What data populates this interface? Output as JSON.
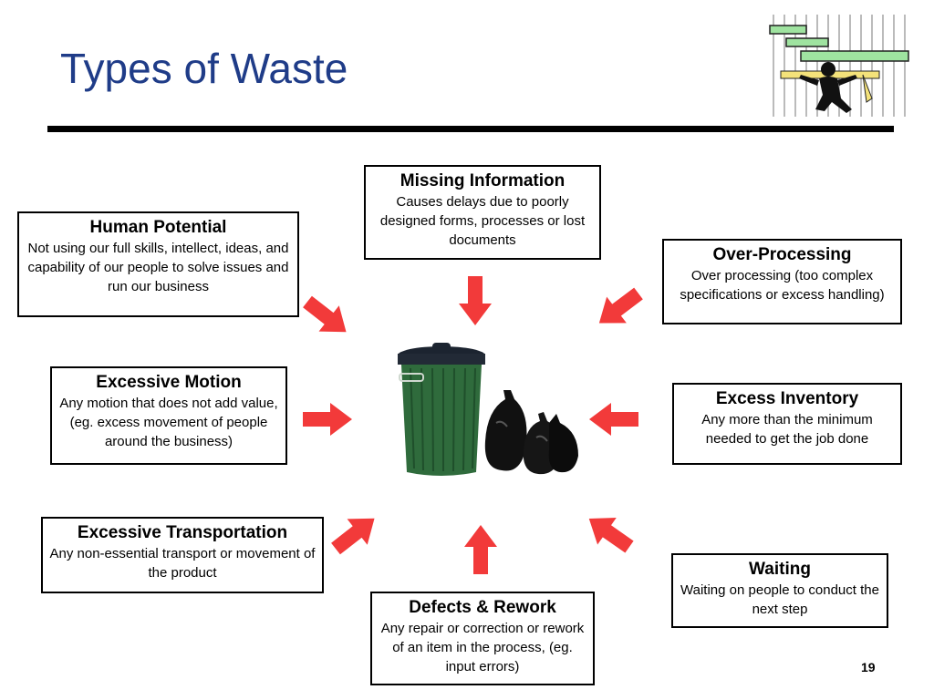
{
  "slide": {
    "title": "Types of Waste",
    "page_number": "19"
  },
  "boxes": {
    "missing_information": {
      "head": "Missing Information",
      "desc": "Causes delays due to poorly designed forms, processes or lost documents"
    },
    "human_potential": {
      "head": "Human Potential",
      "desc": "Not using our full skills, intellect, ideas, and capability of our people to solve issues and run our business"
    },
    "over_processing": {
      "head": "Over-Processing",
      "desc": "Over processing (too complex specifications or excess handling)"
    },
    "excessive_motion": {
      "head": "Excessive Motion",
      "desc": "Any motion that does not add value, (eg. excess movement of people around the business)"
    },
    "excess_inventory": {
      "head": "Excess Inventory",
      "desc": "Any more than the minimum needed to get the job done"
    },
    "excessive_transportation": {
      "head": "Excessive Transportation",
      "desc": "Any non-essential transport or movement of the product"
    },
    "waiting": {
      "head": "Waiting",
      "desc": "Waiting on people to conduct the next step"
    },
    "defects_rework": {
      "head": "Defects & Rework",
      "desc": "Any repair or correction or rework of an item in the process, (eg. input errors)"
    }
  },
  "colors": {
    "title": "#1f3c88",
    "arrow": "#f23a3a",
    "bin": "#2f6b3c",
    "bin_lid": "#1c2430",
    "bag": "#111111"
  },
  "icons": [
    "trash-bin-icon",
    "garbage-bag-icon",
    "gantt-figure-icon",
    "arrow-icon"
  ]
}
